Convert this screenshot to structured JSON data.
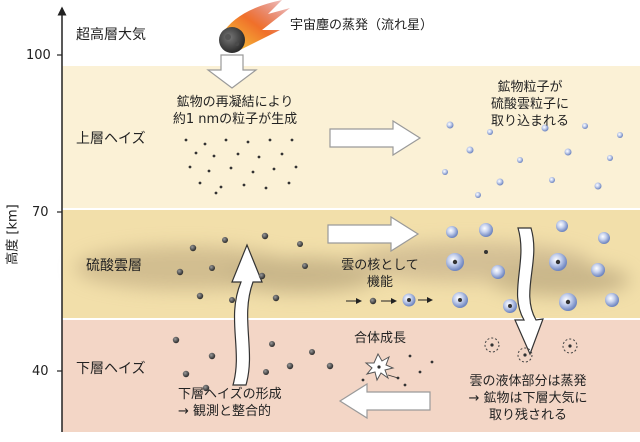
{
  "axis": {
    "label": "高度 [km]",
    "ticks": [
      {
        "value": "100",
        "name": "tick-100"
      },
      {
        "value": "70",
        "name": "tick-70"
      },
      {
        "value": "40",
        "name": "tick-40"
      }
    ]
  },
  "layers": {
    "upper_atmosphere": "超高層大気",
    "upper_haze": "上層ヘイズ",
    "cloud": "硫酸雲層",
    "lower_haze": "下層ヘイズ"
  },
  "annotations": {
    "meteor": "宇宙塵の蒸発（流れ星）",
    "recondense_1": "鉱物の再凝結により",
    "recondense_2": "約1 nmの粒子が生成",
    "capture_1": "鉱物粒子が",
    "capture_2": "硫酸雲粒子に",
    "capture_3": "取り込まれる",
    "nuclei_1": "雲の核として",
    "nuclei_2": "機能",
    "coalescence": "合体成長",
    "evap_1": "雲の液体部分は蒸発",
    "evap_2": "→ 鉱物は下層大気に",
    "evap_3": "取り残される",
    "formation_1": "下層ヘイズの形成",
    "formation_2": "→ 観測と整合的"
  },
  "colors": {
    "upper_haze": "#fbf1d6",
    "cloud": "#f2dfaa",
    "lower_haze": "#f3d6c6",
    "arrow_fill": "#ffffff",
    "arrow_stroke": "#9a9a9a",
    "particle": "#333333",
    "droplet": "#7f95c8"
  }
}
